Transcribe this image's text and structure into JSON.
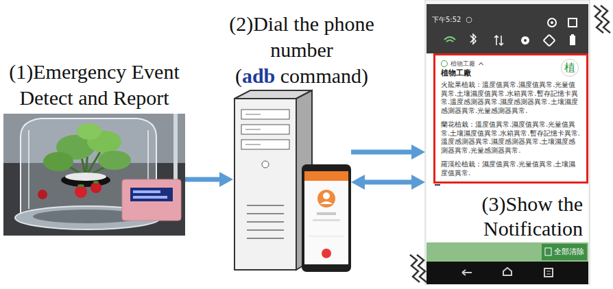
{
  "diagram": {
    "nodes": [
      {
        "text": [
          "(1)Emergency Event Detect and Report"
        ]
      },
      {
        "text": [
          "(2)Dial the phone number",
          "(adb command)"
        ]
      },
      {
        "text": [
          "(3)Show the Notification"
        ]
      },
      {
        "text": [
          "植物工廠",
          "植物工廠",
          "火龍果植栽：溫度值異常.濕度值異常.光量值異常.土壤濕度值異常.水箱異常.暫存記憶卡異常.溫度感測器異常.濕度感測器異常.土壤濕度感測器異常.光量感測器異常.",
          "蘭花植栽：溫度值異常.濕度值異常.光量值異常.土壤濕度值異常.水箱異常.暫存記憶卡異常.溫度感測器異常.濕度感測器異常.土壤濕度感測器異常.光量感測器異常.",
          "羅漢松植栽：濕度值異常.光量值異常.土壤濕度值異常."
        ],
        "in": 2
      }
    ],
    "edges": [
      {
        "from": 0,
        "to": 1,
        "arrow": "to"
      },
      {
        "from": 1,
        "to": 2,
        "arrow": "to"
      },
      {
        "from": 1,
        "to": 2,
        "arrow": "both"
      }
    ],
    "labels": [
      "下午5:52",
      "植",
      "全部清除"
    ]
  }
}
